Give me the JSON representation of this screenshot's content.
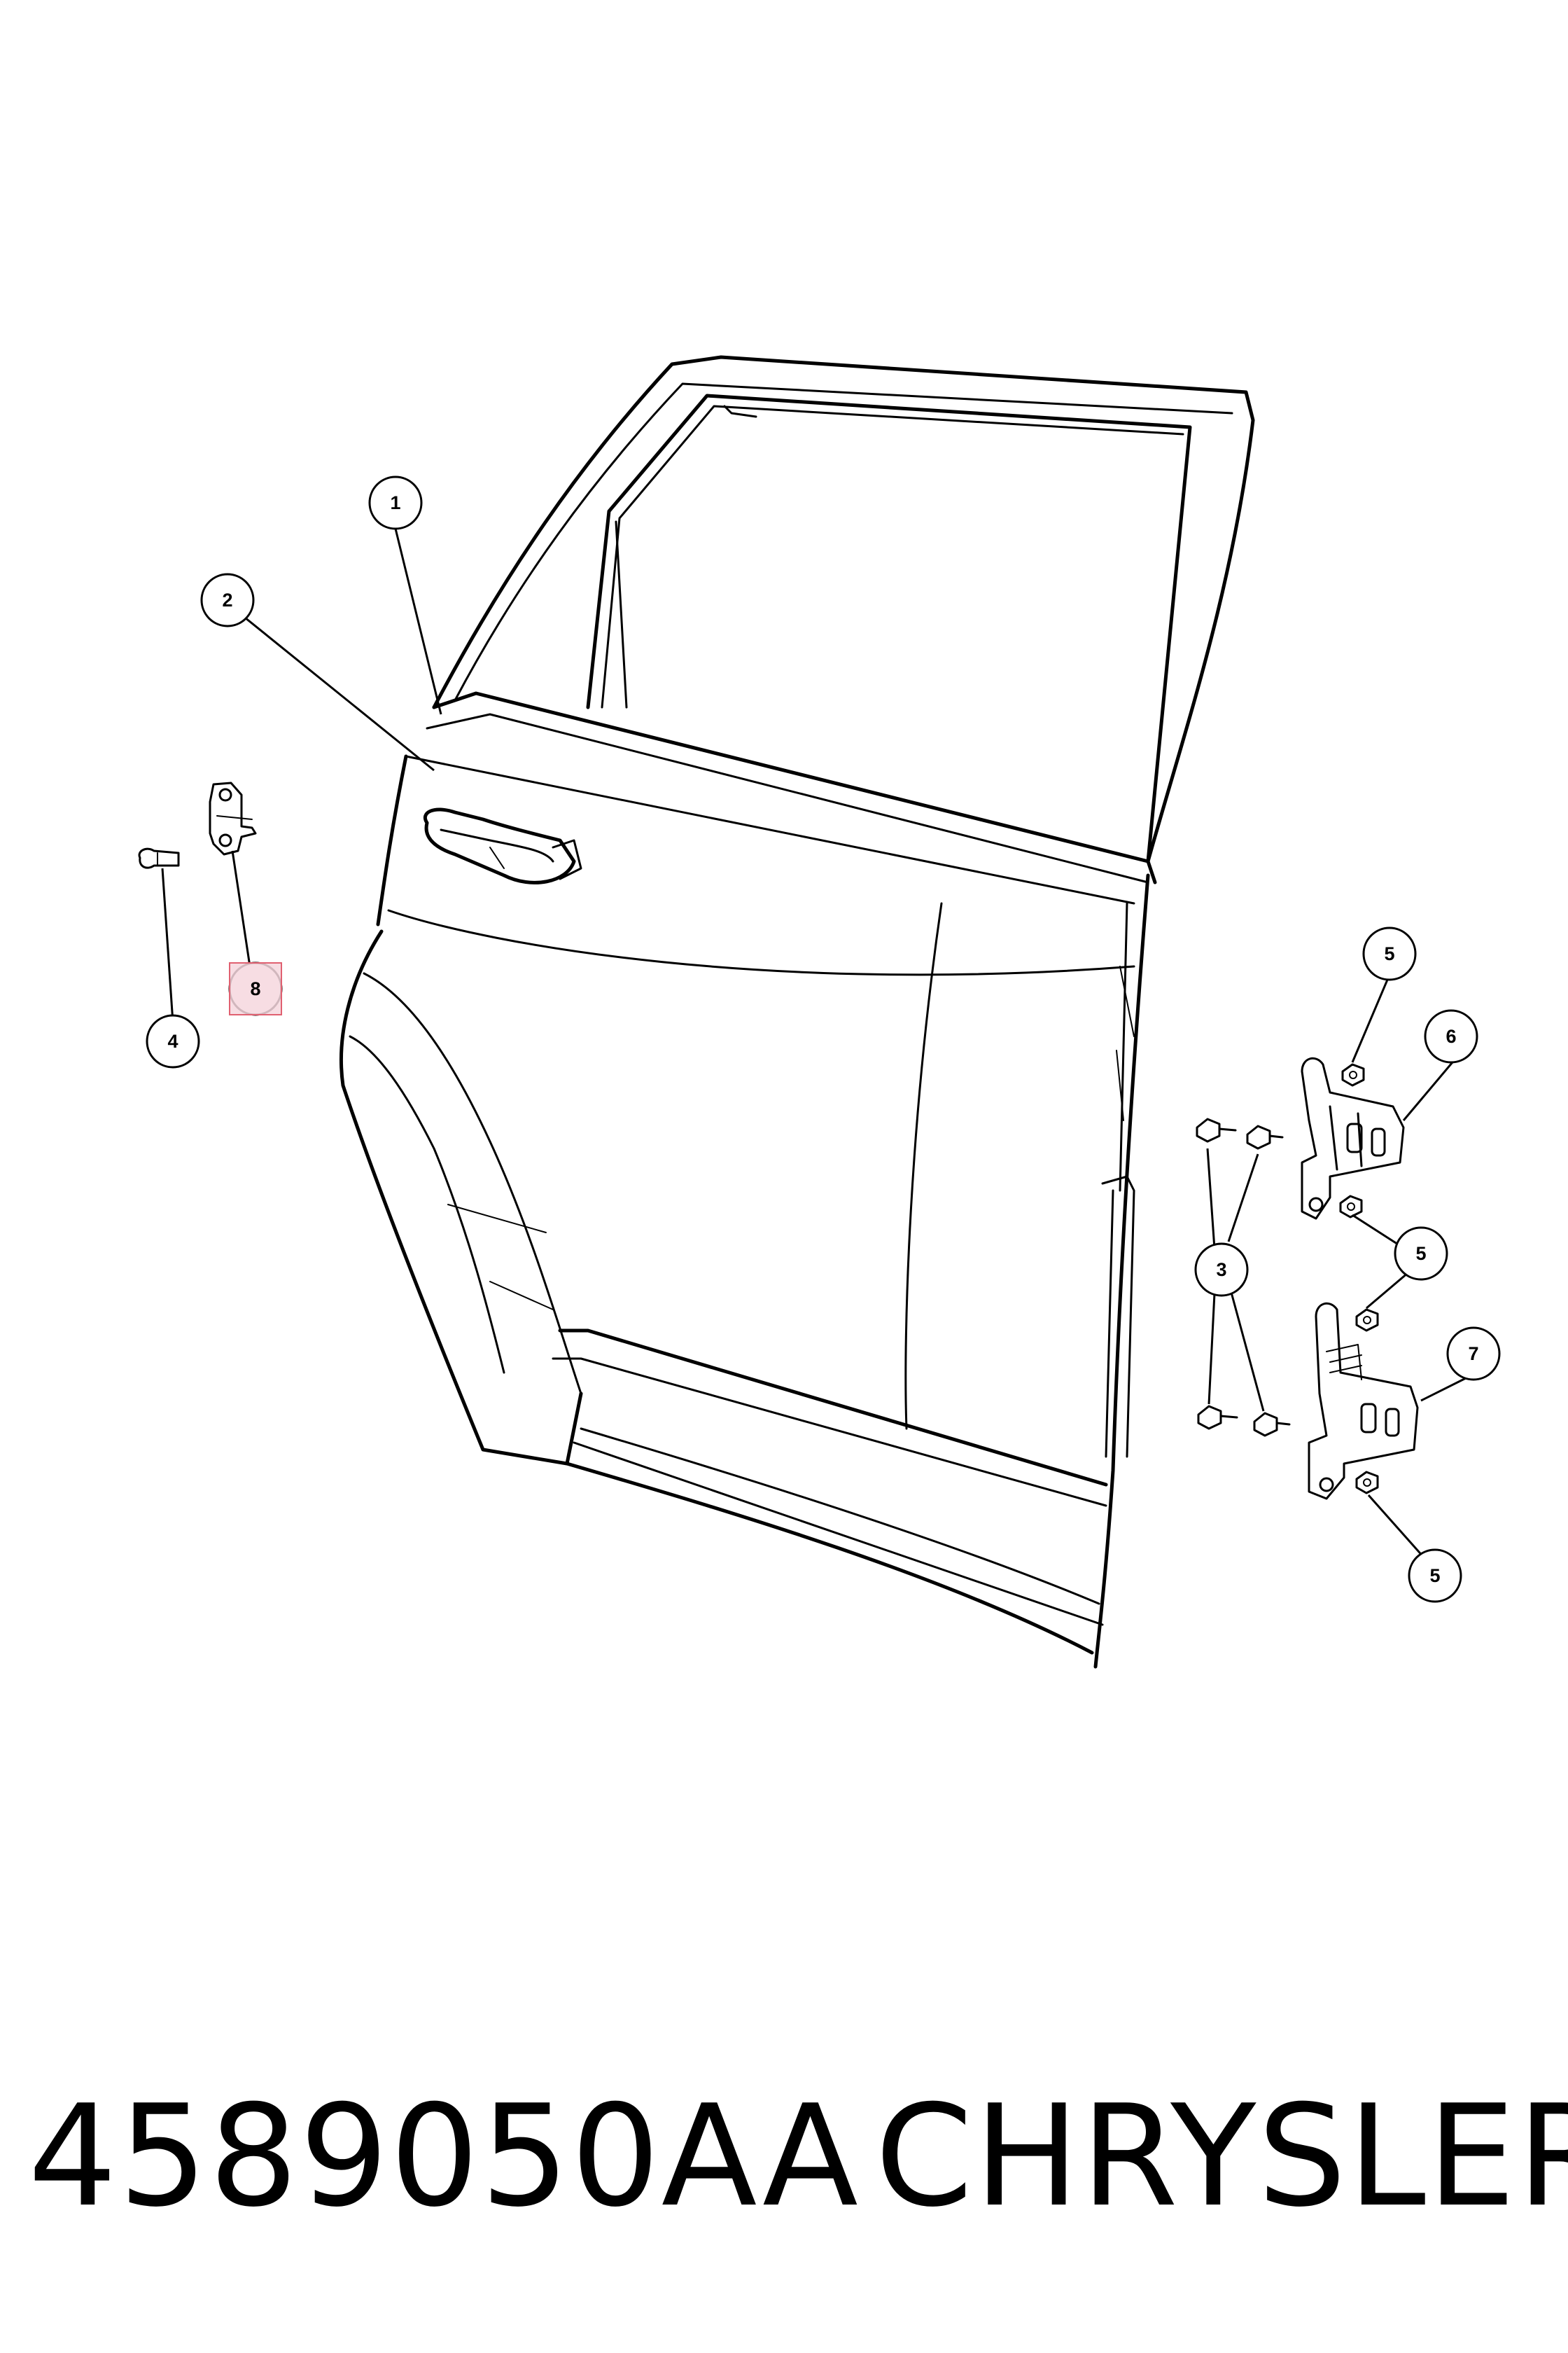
{
  "diagram": {
    "callouts": [
      {
        "id": "c1",
        "label": "1"
      },
      {
        "id": "c2",
        "label": "2"
      },
      {
        "id": "c3",
        "label": "3"
      },
      {
        "id": "c4",
        "label": "4"
      },
      {
        "id": "c5a",
        "label": "5"
      },
      {
        "id": "c5b",
        "label": "5"
      },
      {
        "id": "c5c",
        "label": "5"
      },
      {
        "id": "c6",
        "label": "6"
      },
      {
        "id": "c7",
        "label": "7"
      },
      {
        "id": "c8",
        "label": "8",
        "highlighted": true
      }
    ],
    "highlight_color": "#f6d7de",
    "highlight_stroke": "#e06070"
  },
  "footer": {
    "part_number": "4589050AA",
    "brand": "CHRYSLER"
  }
}
